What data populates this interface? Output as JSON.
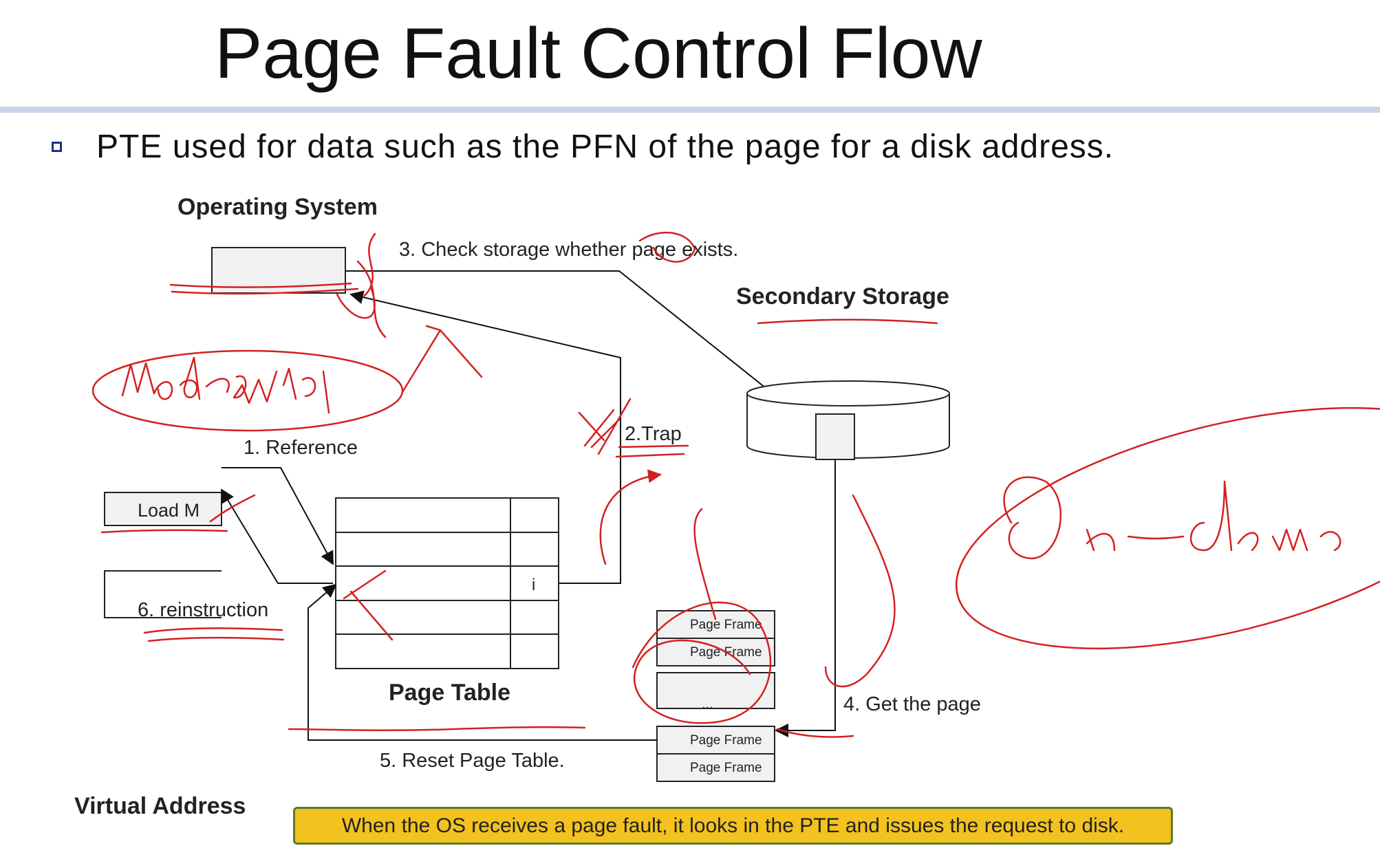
{
  "slide": {
    "title": "Page Fault Control Flow",
    "bullet": "PTE used for data such as the PFN of the page for a disk address.",
    "callout": "When the OS receives a page fault, it looks in the PTE and issues the request to disk."
  },
  "diagram": {
    "operating_system": "Operating System",
    "secondary_storage": "Secondary Storage",
    "page_table": "Page Table",
    "virtual_address": "Virtual Address",
    "load_instruction": "Load M",
    "invalid_bit": "i",
    "ellipsis": "...",
    "steps": {
      "reference": "1. Reference",
      "trap": "2.Trap",
      "check_storage": "3. Check storage whether page exists.",
      "get_page": "4. Get the page",
      "reset_table": "5. Reset Page Table.",
      "reinstruction": "6. reinstruction"
    },
    "page_frames": [
      "Page Frame",
      "Page Frame",
      "Page Frame",
      "Page Frame"
    ]
  },
  "annotations": {
    "ink_color": "#d42020",
    "handwritten": [
      "Mode switch",
      "On-demand"
    ]
  },
  "colors": {
    "title_rule": "#c7d4ea",
    "bullet_marker": "#1e2f8a",
    "callout_fill": "#f3c21f",
    "callout_border": "#5a7a2a",
    "ink": "#d42020"
  }
}
